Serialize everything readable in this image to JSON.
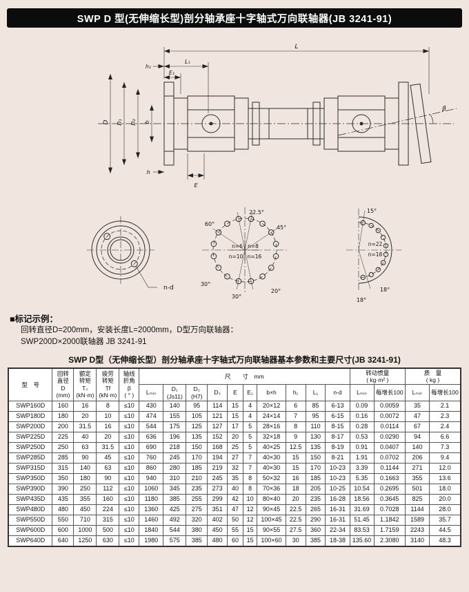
{
  "header": {
    "title": "SWP D 型(无伸缩长型)剖分轴承座十字轴式万向联轴器(JB 3241-91)"
  },
  "drawing": {
    "dims": {
      "L": "L",
      "h1": "h₁",
      "L1": "L₁",
      "E1": "E₁",
      "D": "D",
      "D1": "D₁",
      "D2": "D₂",
      "b": "b",
      "h": "h",
      "E": "E",
      "beta": "β",
      "n_d": "n-d"
    },
    "mid_flange": {
      "top": "22.5°",
      "left": "60°",
      "right": "45°",
      "bl": "30°",
      "bottom": "30°",
      "br": "20°",
      "q1": "n=6",
      "q2": "n=8",
      "q3": "n=10",
      "q4": "n=16"
    },
    "right_flange": {
      "top": "15°",
      "n1": "n=22",
      "n2": "n=18",
      "b1": "18°",
      "b2": "18°"
    }
  },
  "marking": {
    "heading": "■标记示例：",
    "line1": "回转直径D=200mm，安装长度L=2000mm，D型万向联轴器：",
    "line2": "SWP200D×2000联轴器 JB 3241-91"
  },
  "table": {
    "title": "SWP D型（无伸缩长型）剖分轴承座十字轴式万向联轴器基本参数和主要尺寸(JB 3241-91)",
    "headers": {
      "model": "型　号",
      "d": "回转\n直径\nD\n(mm)",
      "tn": "额定\n转矩\nTₙ\n(kN·m)",
      "tf": "疲劳\n转矩\nTf\n(kN·m)",
      "beta": "轴线\n折角\nβ\n( ° )",
      "size_group": "尺　　寸　mm",
      "inertia_group": "转动惯量\n( kg·m² )",
      "mass_group": "质　量\n( kg )",
      "size_cols": [
        "Lₘᵢₙ",
        "D₁\n(Js11)",
        "D₂\n(H7)",
        "D₃",
        "E",
        "E₁",
        "b×h",
        "h₁",
        "L₁",
        "n-d"
      ],
      "lmin": "Lₘᵢₙ",
      "per100": "每增长100"
    },
    "rows": [
      [
        "SWP160D",
        "160",
        "16",
        "8",
        "≤10",
        "430",
        "140",
        "95",
        "114",
        "15",
        "4",
        "20×12",
        "6",
        "85",
        "6-13",
        "0.09",
        "0.0059",
        "35",
        "2.1"
      ],
      [
        "SWP180D",
        "180",
        "20",
        "10",
        "≤10",
        "474",
        "155",
        "105",
        "121",
        "15",
        "4",
        "24×14",
        "7",
        "95",
        "6-15",
        "0.16",
        "0.0072",
        "47",
        "2.3"
      ],
      [
        "SWP200D",
        "200",
        "31.5",
        "16",
        "≤10",
        "544",
        "175",
        "125",
        "127",
        "17",
        "5",
        "28×16",
        "8",
        "110",
        "8-15",
        "0.28",
        "0.0114",
        "67",
        "2.4"
      ],
      [
        "SWP225D",
        "225",
        "40",
        "20",
        "≤10",
        "636",
        "196",
        "135",
        "152",
        "20",
        "5",
        "32×18",
        "9",
        "130",
        "8-17",
        "0.53",
        "0.0290",
        "94",
        "6.6"
      ],
      [
        "SWP250D",
        "250",
        "63",
        "31.5",
        "≤10",
        "690",
        "218",
        "150",
        "168",
        "25",
        "5",
        "40×25",
        "12.5",
        "135",
        "8-19",
        "0.91",
        "0.0407",
        "140",
        "7.3"
      ],
      [
        "SWP285D",
        "285",
        "90",
        "45",
        "≤10",
        "760",
        "245",
        "170",
        "194",
        "27",
        "7",
        "40×30",
        "15",
        "150",
        "8-21",
        "1.91",
        "0.0702",
        "206",
        "9.4"
      ],
      [
        "SWP315D",
        "315",
        "140",
        "63",
        "≤10",
        "860",
        "280",
        "185",
        "219",
        "32",
        "7",
        "40×30",
        "15",
        "170",
        "10-23",
        "3.39",
        "0.1144",
        "271",
        "12.0"
      ],
      [
        "SWP350D",
        "350",
        "180",
        "90",
        "≤10",
        "940",
        "310",
        "210",
        "245",
        "35",
        "8",
        "50×32",
        "16",
        "185",
        "10-23",
        "5.35",
        "0.1663",
        "355",
        "13.6"
      ],
      [
        "SWP390D",
        "390",
        "250",
        "112",
        "≤10",
        "1060",
        "345",
        "235",
        "273",
        "40",
        "8",
        "70×36",
        "18",
        "205",
        "10-25",
        "10.54",
        "0.2695",
        "501",
        "18.0"
      ],
      [
        "SWP435D",
        "435",
        "355",
        "160",
        "≤10",
        "1180",
        "385",
        "255",
        "299",
        "42",
        "10",
        "80×40",
        "20",
        "235",
        "16-28",
        "18.56",
        "0.3645",
        "825",
        "20.0"
      ],
      [
        "SWP480D",
        "480",
        "450",
        "224",
        "≤10",
        "1360",
        "425",
        "275",
        "351",
        "47",
        "12",
        "90×45",
        "22.5",
        "265",
        "16-31",
        "31.69",
        "0.7028",
        "1144",
        "28.0"
      ],
      [
        "SWP550D",
        "550",
        "710",
        "315",
        "≤10",
        "1460",
        "492",
        "320",
        "402",
        "50",
        "12",
        "100×45",
        "22.5",
        "290",
        "16-31",
        "51.45",
        "1.1842",
        "1589",
        "35.7"
      ],
      [
        "SWP600D",
        "600",
        "1000",
        "500",
        "≤10",
        "1840",
        "544",
        "380",
        "450",
        "55",
        "15",
        "90×55",
        "27.5",
        "360",
        "22-34",
        "83.53",
        "1.7159",
        "2243",
        "44.5"
      ],
      [
        "SWP640D",
        "640",
        "1250",
        "630",
        "≤10",
        "1980",
        "575",
        "385",
        "480",
        "60",
        "15",
        "100×60",
        "30",
        "385",
        "18-38",
        "135.60",
        "2.3080",
        "3140",
        "48.3"
      ]
    ]
  }
}
